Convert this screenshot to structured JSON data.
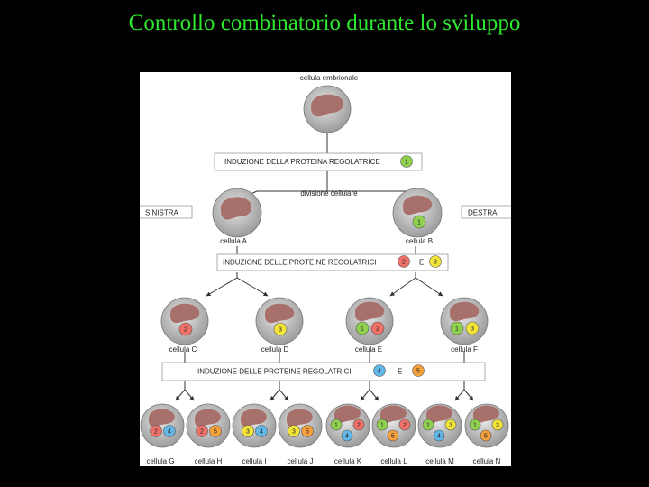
{
  "title": "Controllo combinatorio durante lo sviluppo",
  "labels": {
    "embryo": "cellula embrionale",
    "induction1": "INDUZIONE DELLA PROTEINA REGOLATRICE",
    "division": "divisione cellulare",
    "left": "SINISTRA",
    "right": "DESTRA",
    "induction2": "INDUZIONE DELLE PROTEINE REGOLATRICI",
    "induction3": "INDUZIONE DELLE PROTEINE REGOLATRICI",
    "and": "E"
  },
  "proteins": {
    "p1": {
      "label": "1",
      "color": "#8fd14f"
    },
    "p2": {
      "label": "2",
      "color": "#f0716a"
    },
    "p3": {
      "label": "3",
      "color": "#f3e43a"
    },
    "p4": {
      "label": "4",
      "color": "#63b7e6"
    },
    "p5": {
      "label": "5",
      "color": "#f6a13b"
    }
  },
  "cells": {
    "A": {
      "label": "cellula A"
    },
    "B": {
      "label": "cellula B"
    },
    "C": {
      "label": "cellula C"
    },
    "D": {
      "label": "cellula D"
    },
    "E": {
      "label": "cellula E"
    },
    "F": {
      "label": "cellula F"
    },
    "G": {
      "label": "cellula G"
    },
    "H": {
      "label": "cellula H"
    },
    "I": {
      "label": "cellula I"
    },
    "J": {
      "label": "cellula J"
    },
    "K": {
      "label": "cellula K"
    },
    "L": {
      "label": "cellula L"
    },
    "M": {
      "label": "cellula M"
    },
    "N": {
      "label": "cellula N"
    }
  }
}
